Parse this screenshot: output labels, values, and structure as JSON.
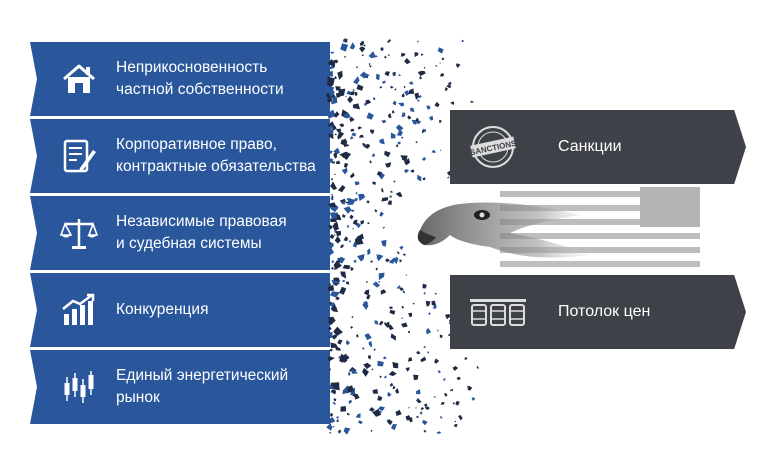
{
  "left_items": [
    {
      "label": "Неприкосновенность\nчастной собственности",
      "icon": "house-icon"
    },
    {
      "label": "Корпоративное право,\nконтрактные обязательства",
      "icon": "document-pen-icon"
    },
    {
      "label": "Независимые правовая\nи судебная системы",
      "icon": "scales-icon"
    },
    {
      "label": "Конкуренция",
      "icon": "bar-chart-arrow-icon"
    },
    {
      "label": "Единый энергетический\nрынок",
      "icon": "candlestick-icon"
    }
  ],
  "right_items": [
    {
      "label": "Санкции",
      "icon": "sanctions-stamp-icon",
      "stamp_text": "SANCTIONS"
    },
    {
      "label": "Потолок цен",
      "icon": "barrels-icon"
    }
  ],
  "colors": {
    "blue": "#2a579c",
    "dark": "#3e4147",
    "fragments": "#1f2a44"
  },
  "center_image": "eagle-flag-illustration"
}
